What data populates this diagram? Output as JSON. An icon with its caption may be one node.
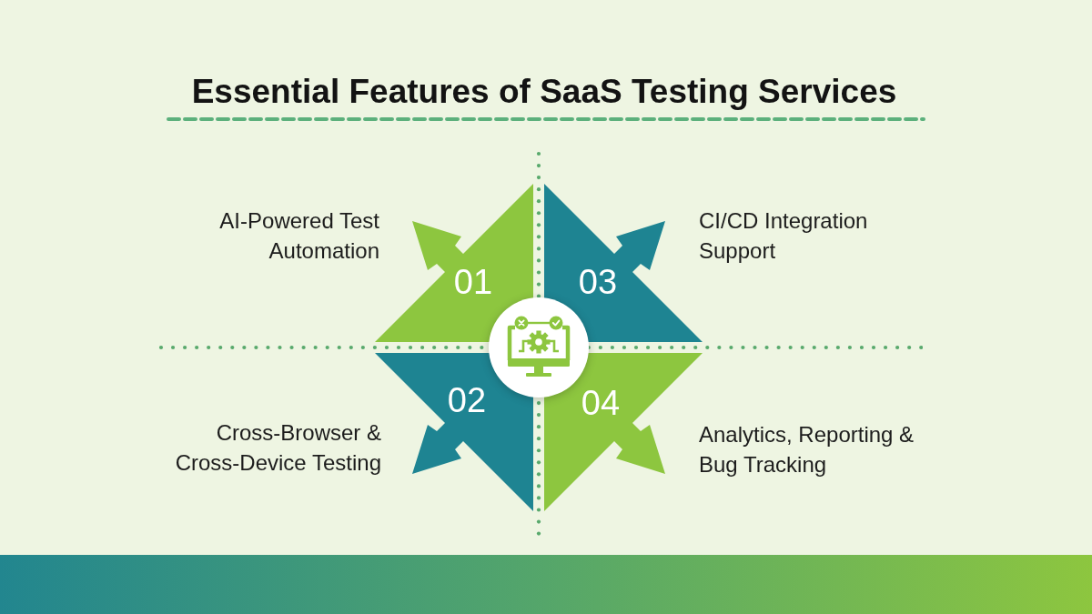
{
  "diagram": {
    "title": "Essential Features of SaaS Testing Services",
    "nodes": [
      {
        "text": [
          "01"
        ],
        "beside": [
          "AI-Powered Test Automation"
        ]
      },
      {
        "text": [
          "02"
        ],
        "beside": [
          "Cross-Browser & Cross-Device Testing"
        ]
      },
      {
        "text": [
          "03"
        ],
        "beside": [
          "CI/CD Integration Support"
        ]
      },
      {
        "text": [
          "04"
        ],
        "beside": [
          "Analytics, Reporting & Bug Tracking"
        ]
      }
    ]
  }
}
